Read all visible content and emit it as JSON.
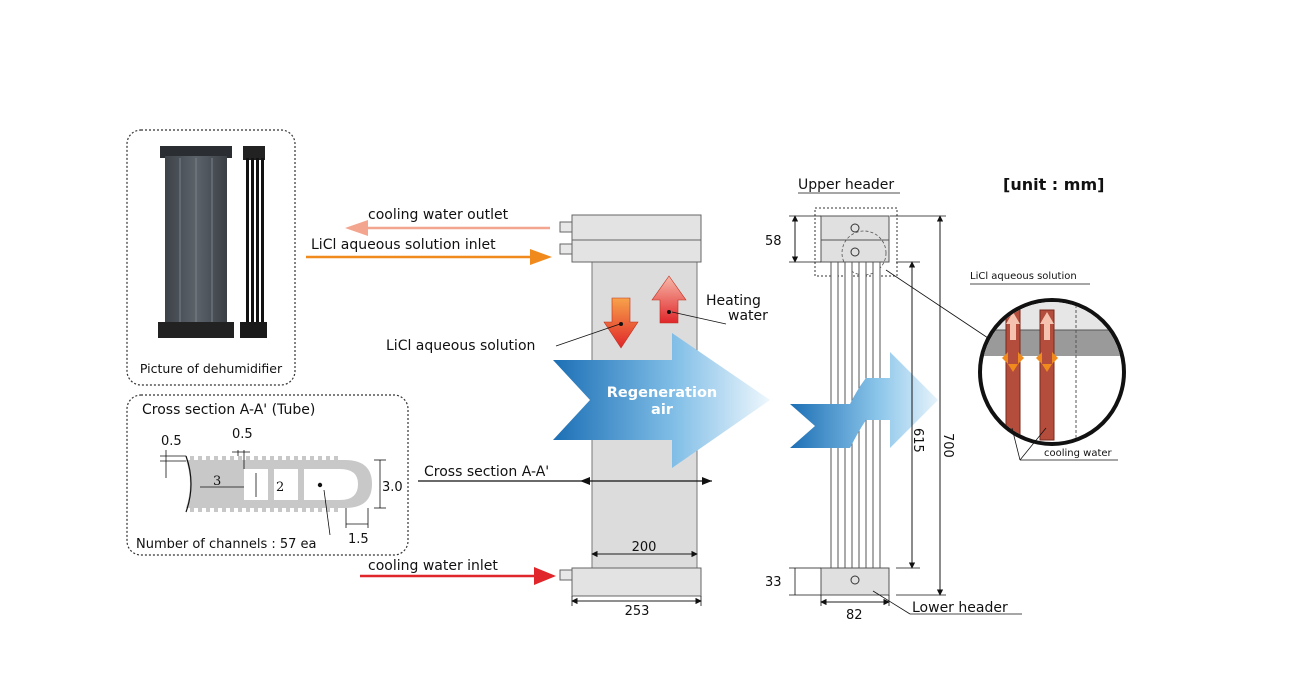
{
  "unit_label": "[unit : mm]",
  "photo": {
    "caption": "Picture of dehumidifier"
  },
  "cross_section": {
    "title": "Cross section A-A'  (Tube)",
    "dim_0_5_left": "0.5",
    "dim_0_5_top": "0.5",
    "dim_3": "3",
    "dim_2": "2",
    "dim_3_0": "3.0",
    "dim_1_5": "1.5",
    "channels": "Number of channels : 57 ea"
  },
  "front": {
    "cooling_water_outlet": "cooling water outlet",
    "licl_inlet": "LiCl aqueous solution inlet",
    "heating_water_1": "Heating",
    "heating_water_2": "water",
    "licl_solution": "LiCl aqueous solution",
    "regen_1": "Regeneration",
    "regen_2": "air",
    "cross_section_label": "Cross section A-A'",
    "cooling_water_inlet": "cooling water inlet",
    "dim_200": "200",
    "dim_253": "253"
  },
  "side": {
    "upper_header": "Upper header",
    "lower_header": "Lower header",
    "dim_58": "58",
    "dim_615": "615",
    "dim_700": "700",
    "dim_33": "33",
    "dim_82": "82"
  },
  "detail": {
    "licl_label": "LiCl aqueous solution",
    "cooling_label": "cooling water"
  },
  "colors": {
    "orange": "#f08a1c",
    "red": "#e0262a",
    "pink": "#f4a58f",
    "blue_dark": "#1c6fb5",
    "blue_light": "#e8f4fc",
    "panel_gray": "#dcdcdc"
  }
}
